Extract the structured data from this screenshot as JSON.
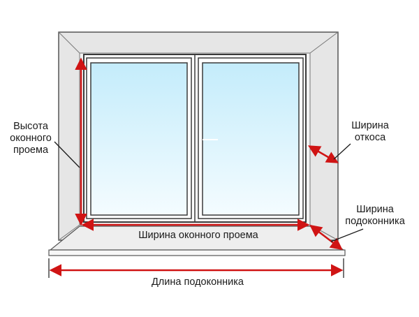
{
  "labels": {
    "height": [
      "Высота",
      "оконного",
      "проема"
    ],
    "slope_width": [
      "Ширина",
      "откоса"
    ],
    "sill_width": [
      "Ширина",
      "подоконника"
    ],
    "opening_width": "Ширина оконного проема",
    "sill_length": "Длина подоконника"
  },
  "colors": {
    "arrow": "#d01414",
    "wall": "#e6e6e6",
    "frame_outline": "#3a3a3a",
    "glass_top": "#c4ecfb",
    "glass_bottom": "#f4fcff"
  }
}
